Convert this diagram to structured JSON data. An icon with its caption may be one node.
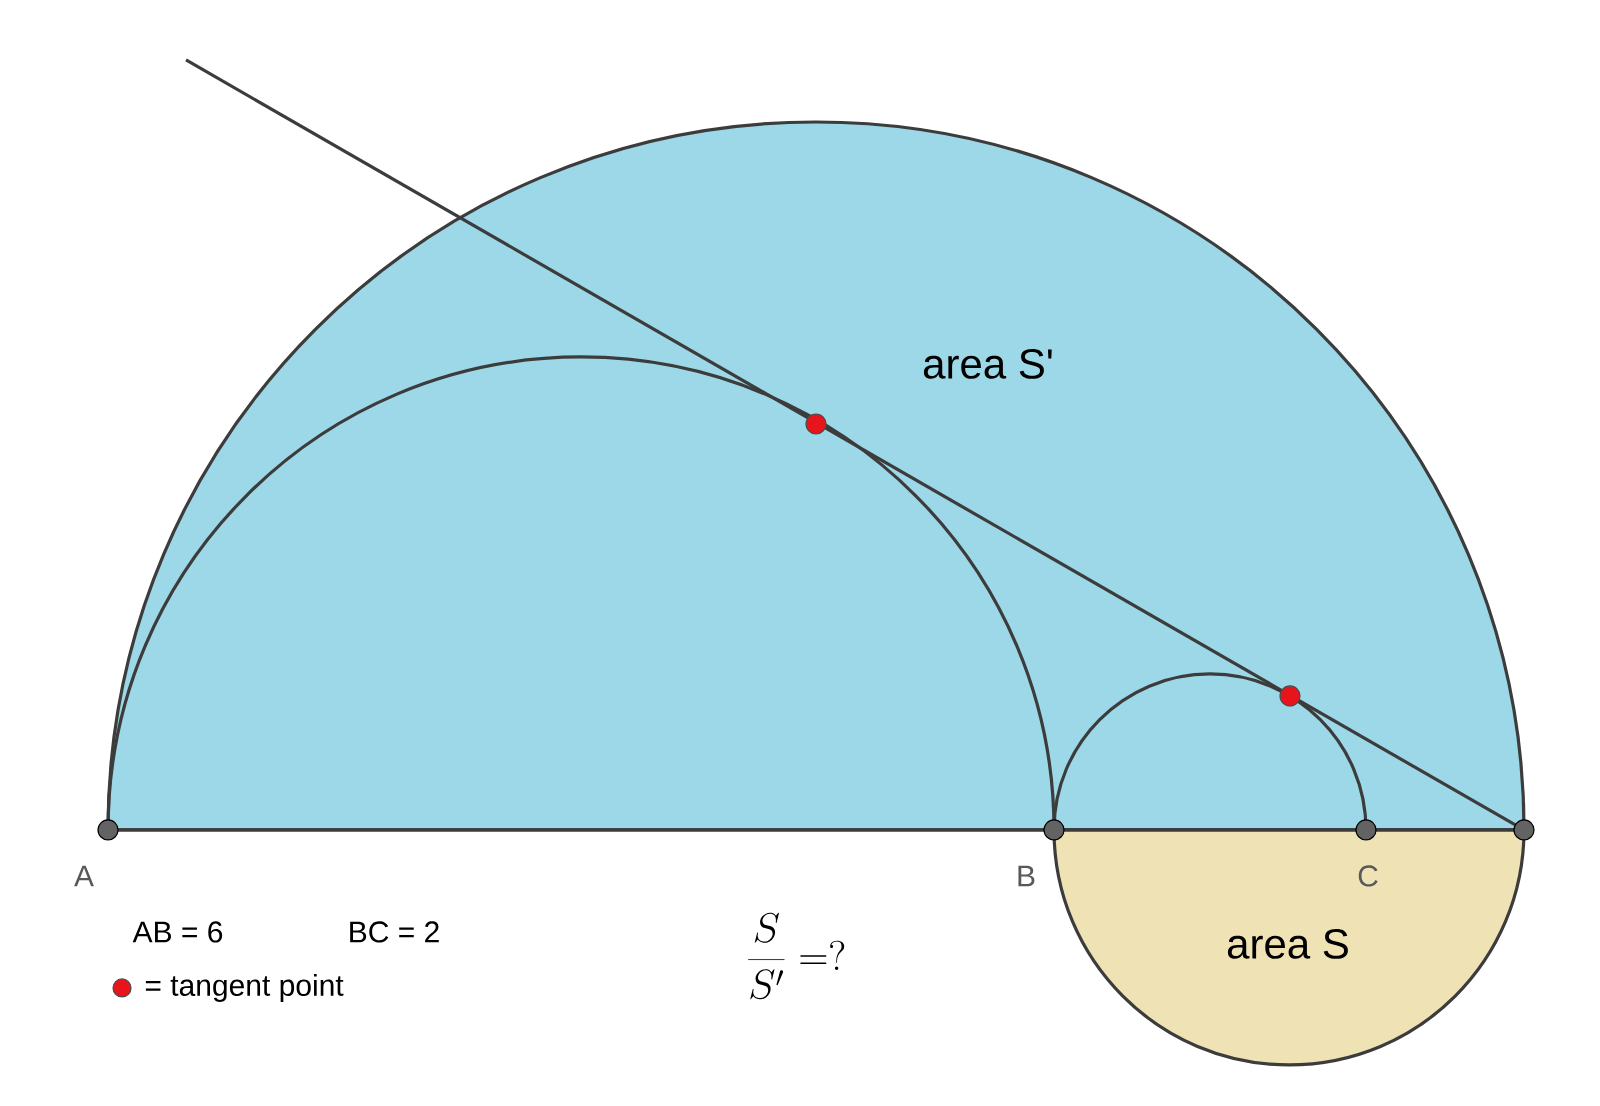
{
  "diagram": {
    "labels": [
      "area S'",
      "area S",
      "A",
      "B",
      "C",
      "AB = 6",
      "BC = 2",
      "\\frac{S}{S'}=?"
    ],
    "legend": [
      {
        "text": "= tangent point",
        "color": "#e8141b"
      }
    ]
  }
}
